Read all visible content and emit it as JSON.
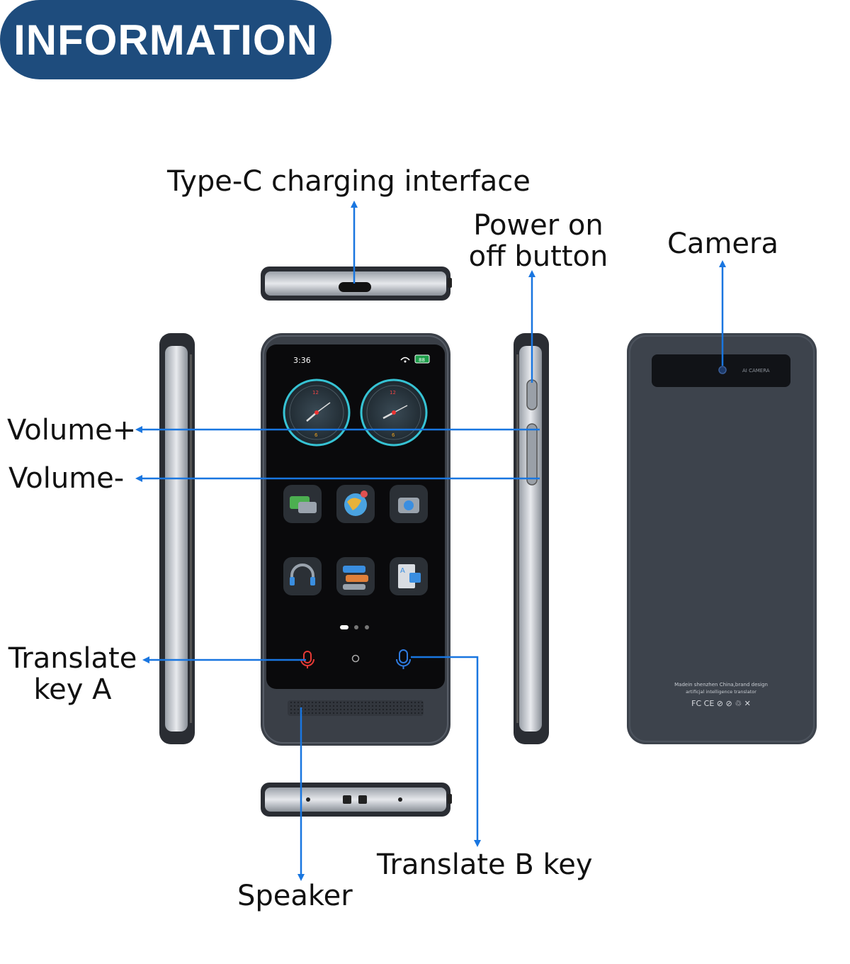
{
  "title": "INFORMATION",
  "labels": {
    "type_c": "Type-C charging interface",
    "power_line1": "Power on",
    "power_line2": "off button",
    "camera": "Camera",
    "volume_up": "Volume+",
    "volume_down": "Volume-",
    "translate_a_line1": "Translate",
    "translate_a_line2": "key A",
    "translate_b": "Translate B key",
    "speaker": "Speaker"
  },
  "device_screen": {
    "status_time": "3:36",
    "battery": "88",
    "page_dots": 3,
    "active_dot": 1
  },
  "back_panel": {
    "camera_label": "AI CAMERA",
    "made_in_line1": "Madein shenzhen China,brand design",
    "made_in_line2": "artificjal intelligence translator",
    "certifications": "FC CE ⊘ ⊘ ♲ ✕"
  },
  "colors": {
    "pill": "#1e4c7d",
    "arrow": "#1976e0",
    "device_body": "#3a3f47",
    "screen": "#0a0a0c",
    "back_panel": "#3d434c"
  }
}
